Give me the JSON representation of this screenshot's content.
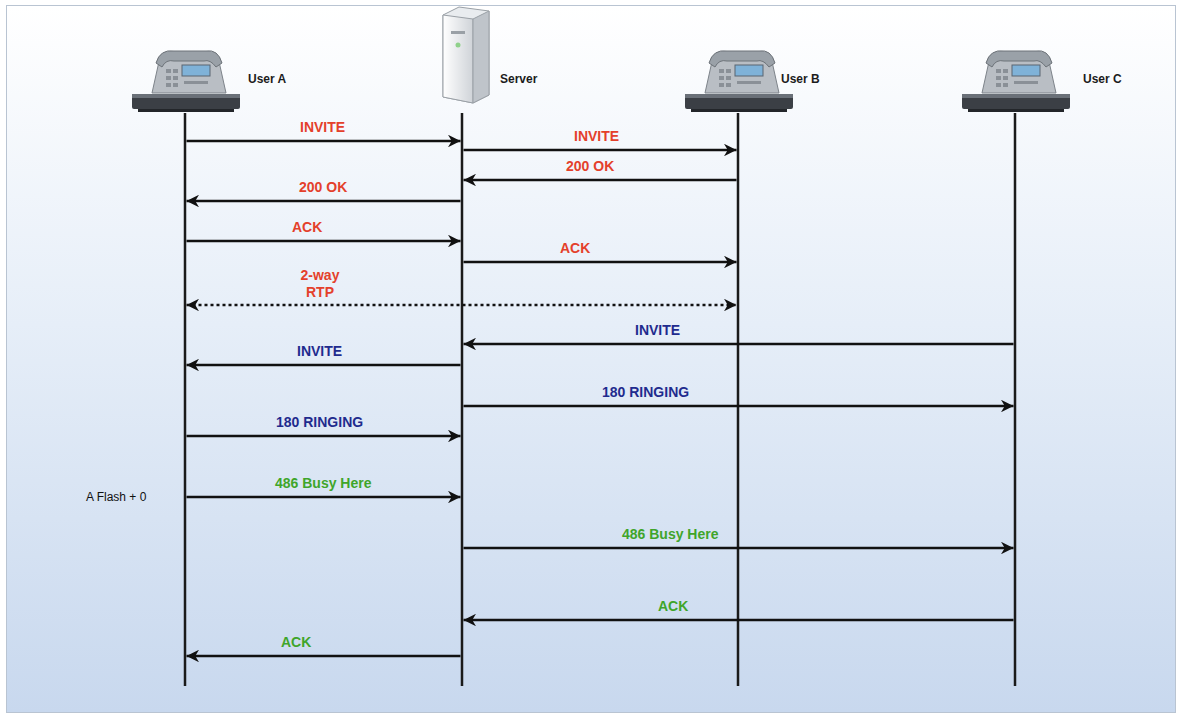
{
  "diagram": {
    "nodes": [
      {
        "text": [
          "User A"
        ]
      },
      {
        "text": [
          "Server"
        ]
      },
      {
        "text": [
          "User B"
        ]
      },
      {
        "text": [
          "User C"
        ]
      }
    ],
    "edges": [
      {
        "from": 0,
        "to": 1,
        "label": "INVITE",
        "arrow": "to"
      },
      {
        "from": 1,
        "to": 2,
        "label": "INVITE",
        "arrow": "to"
      },
      {
        "from": 2,
        "to": 1,
        "label": "200 OK",
        "arrow": "to"
      },
      {
        "from": 1,
        "to": 0,
        "label": "200 OK",
        "arrow": "to"
      },
      {
        "from": 0,
        "to": 1,
        "label": "ACK",
        "arrow": "to"
      },
      {
        "from": 1,
        "to": 2,
        "label": "ACK",
        "arrow": "to"
      },
      {
        "from": 0,
        "to": 2,
        "label": "2-way RTP",
        "arrow": "both"
      },
      {
        "from": 3,
        "to": 1,
        "label": "INVITE",
        "arrow": "to"
      },
      {
        "from": 1,
        "to": 0,
        "label": "INVITE",
        "arrow": "to"
      },
      {
        "from": 1,
        "to": 3,
        "label": "180 RINGING",
        "arrow": "to"
      },
      {
        "from": 0,
        "to": 1,
        "label": "180 RINGING",
        "arrow": "to"
      },
      {
        "from": 0,
        "to": 1,
        "label": "486 Busy Here",
        "arrow": "to"
      },
      {
        "from": 1,
        "to": 3,
        "label": "486 Busy Here",
        "arrow": "to"
      },
      {
        "from": 3,
        "to": 1,
        "label": "ACK",
        "arrow": "to"
      },
      {
        "from": 1,
        "to": 0,
        "label": "ACK",
        "arrow": "to"
      }
    ],
    "labels": [
      "A Flash + 0"
    ]
  }
}
